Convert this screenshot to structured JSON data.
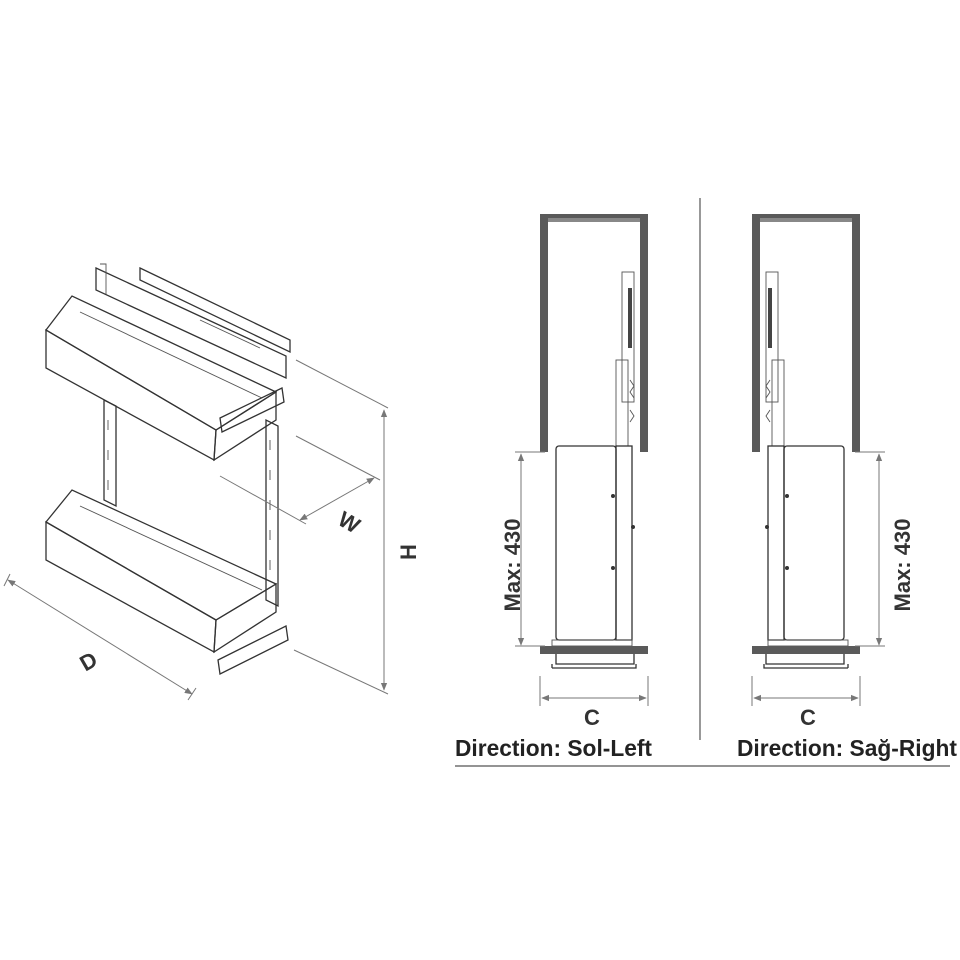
{
  "iso_view": {
    "labels": {
      "depth": "D",
      "width": "W",
      "height": "H"
    }
  },
  "left_view": {
    "max_height": "Max: 430",
    "width_label": "C",
    "caption": "Direction: Sol-Left"
  },
  "right_view": {
    "max_height": "Max: 430",
    "width_label": "C",
    "caption": "Direction: Sağ-Right"
  },
  "colors": {
    "line": "#333333",
    "cabinet_wall": "#5a5a5a",
    "dimension": "#777777"
  }
}
